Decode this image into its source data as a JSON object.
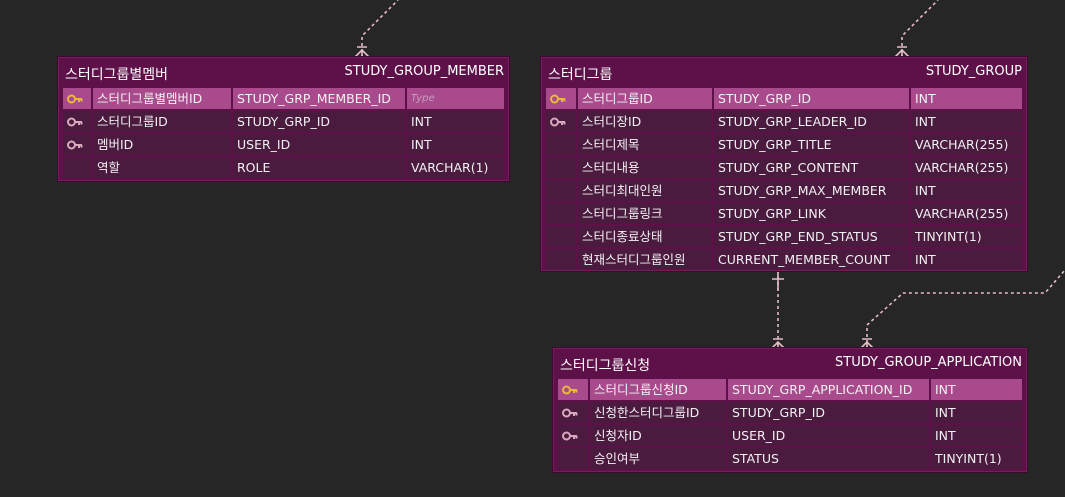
{
  "colors": {
    "background": "#262626",
    "entity_bg": "#5e1149",
    "cell_bg": "#4a1a3f",
    "pk_row_bg": "#a84a8c",
    "connector": "#e7bcc9",
    "pk_key": "#e8b93c",
    "fk_key": "#d9a9bd"
  },
  "entities": {
    "study_group_member": {
      "logical_name": "스터디그룹별멤버",
      "physical_name": "STUDY_GROUP_MEMBER",
      "columns": [
        {
          "key": "pk",
          "key_icon": "primary-key-icon",
          "logical": "스터디그룹별멤버ID",
          "physical": "STUDY_GRP_MEMBER_ID",
          "type": "Type"
        },
        {
          "key": "fk",
          "key_icon": "foreign-key-icon",
          "logical": "스터디그룹ID",
          "physical": "STUDY_GRP_ID",
          "type": "INT"
        },
        {
          "key": "fk",
          "key_icon": "foreign-key-icon",
          "logical": "멤버ID",
          "physical": "USER_ID",
          "type": "INT"
        },
        {
          "key": "",
          "key_icon": "",
          "logical": "역할",
          "physical": "ROLE",
          "type": "VARCHAR(1)"
        }
      ]
    },
    "study_group": {
      "logical_name": "스터디그룹",
      "physical_name": "STUDY_GROUP",
      "columns": [
        {
          "key": "pk",
          "key_icon": "primary-key-icon",
          "logical": "스터디그룹ID",
          "physical": "STUDY_GRP_ID",
          "type": "INT"
        },
        {
          "key": "fk",
          "key_icon": "foreign-key-icon",
          "logical": "스터디장ID",
          "physical": "STUDY_GRP_LEADER_ID",
          "type": "INT"
        },
        {
          "key": "",
          "key_icon": "",
          "logical": "스터디제목",
          "physical": "STUDY_GRP_TITLE",
          "type": "VARCHAR(255)"
        },
        {
          "key": "",
          "key_icon": "",
          "logical": "스터디내용",
          "physical": "STUDY_GRP_CONTENT",
          "type": "VARCHAR(255)"
        },
        {
          "key": "",
          "key_icon": "",
          "logical": "스터디최대인원",
          "physical": "STUDY_GRP_MAX_MEMBER",
          "type": "INT"
        },
        {
          "key": "",
          "key_icon": "",
          "logical": "스터디그룹링크",
          "physical": "STUDY_GRP_LINK",
          "type": "VARCHAR(255)"
        },
        {
          "key": "",
          "key_icon": "",
          "logical": "스터디종료상태",
          "physical": "STUDY_GRP_END_STATUS",
          "type": "TINYINT(1)"
        },
        {
          "key": "",
          "key_icon": "",
          "logical": "현재스터디그룹인원",
          "physical": "CURRENT_MEMBER_COUNT",
          "type": "INT"
        }
      ]
    },
    "study_group_application": {
      "logical_name": "스터디그룹신청",
      "physical_name": "STUDY_GROUP_APPLICATION",
      "columns": [
        {
          "key": "pk",
          "key_icon": "primary-key-icon",
          "logical": "스터디그룹신청ID",
          "physical": "STUDY_GRP_APPLICATION_ID",
          "type": "INT"
        },
        {
          "key": "fk",
          "key_icon": "foreign-key-icon",
          "logical": "신청한스터디그룹ID",
          "physical": "STUDY_GRP_ID",
          "type": "INT"
        },
        {
          "key": "fk",
          "key_icon": "foreign-key-icon",
          "logical": "신청자ID",
          "physical": "USER_ID",
          "type": "INT"
        },
        {
          "key": "",
          "key_icon": "",
          "logical": "승인여부",
          "physical": "STATUS",
          "type": "TINYINT(1)"
        }
      ]
    }
  }
}
